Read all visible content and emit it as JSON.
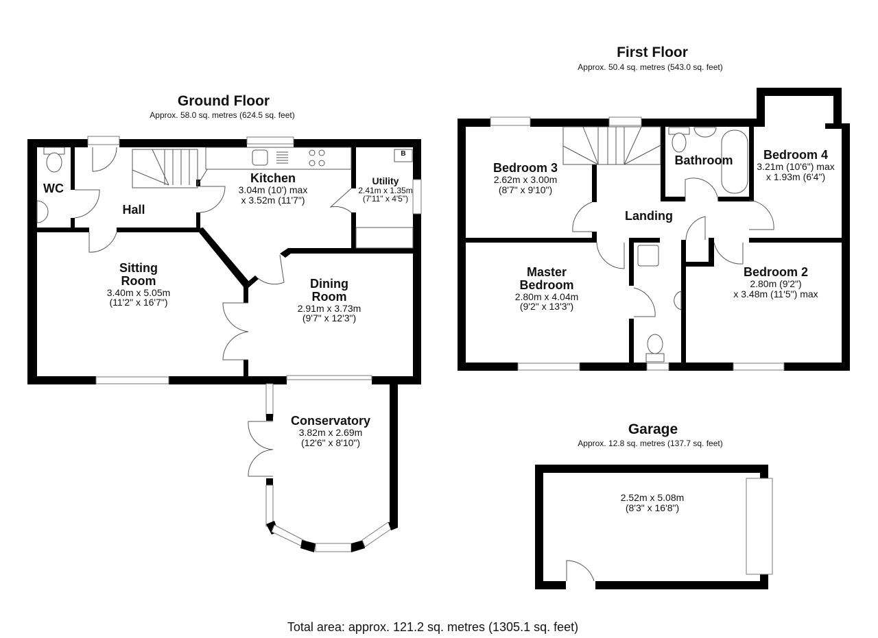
{
  "ground_floor": {
    "title": "Ground Floor",
    "area": "Approx. 58.0 sq. metres (624.5 sq. feet)",
    "rooms": {
      "wc": {
        "name": "WC"
      },
      "hall": {
        "name": "Hall"
      },
      "kitchen": {
        "name": "Kitchen",
        "dim1": "3.04m (10') max",
        "dim2": "x 3.52m (11'7\")"
      },
      "utility": {
        "name": "Utility",
        "dim1": "2.41m x 1.35m",
        "dim2": "(7'11\" x 4'5\")",
        "boiler_label": "B"
      },
      "sitting_room": {
        "name1": "Sitting",
        "name2": "Room",
        "dim1": "3.40m x 5.05m",
        "dim2": "(11'2\" x 16'7\")"
      },
      "dining_room": {
        "name1": "Dining",
        "name2": "Room",
        "dim1": "2.91m x 3.73m",
        "dim2": "(9'7\" x 12'3\")"
      },
      "conservatory": {
        "name": "Conservatory",
        "dim1": "3.82m x 2.69m",
        "dim2": "(12'6\" x 8'10\")"
      }
    }
  },
  "first_floor": {
    "title": "First Floor",
    "area": "Approx. 50.4 sq. metres (543.0 sq. feet)",
    "rooms": {
      "bedroom3": {
        "name": "Bedroom 3",
        "dim1": "2.62m x 3.00m",
        "dim2": "(8'7\" x 9'10\")"
      },
      "bathroom": {
        "name": "Bathroom"
      },
      "bedroom4": {
        "name": "Bedroom 4",
        "dim1": "3.21m (10'6\") max",
        "dim2": "x 1.93m (6'4\")"
      },
      "landing": {
        "name": "Landing"
      },
      "master_bedroom": {
        "name1": "Master",
        "name2": "Bedroom",
        "dim1": "2.80m x 4.04m",
        "dim2": "(9'2\" x 13'3\")"
      },
      "bedroom2": {
        "name": "Bedroom 2",
        "dim1": "2.80m (9'2\")",
        "dim2": "x 3.48m (11'5\") max"
      }
    }
  },
  "garage": {
    "title": "Garage",
    "area": "Approx. 12.8 sq. metres (137.7 sq. feet)",
    "dim1": "2.52m x 5.08m",
    "dim2": "(8'3\" x 16'8\")"
  },
  "total_area": "Total area: approx. 121.2 sq. metres (1305.1 sq. feet)"
}
